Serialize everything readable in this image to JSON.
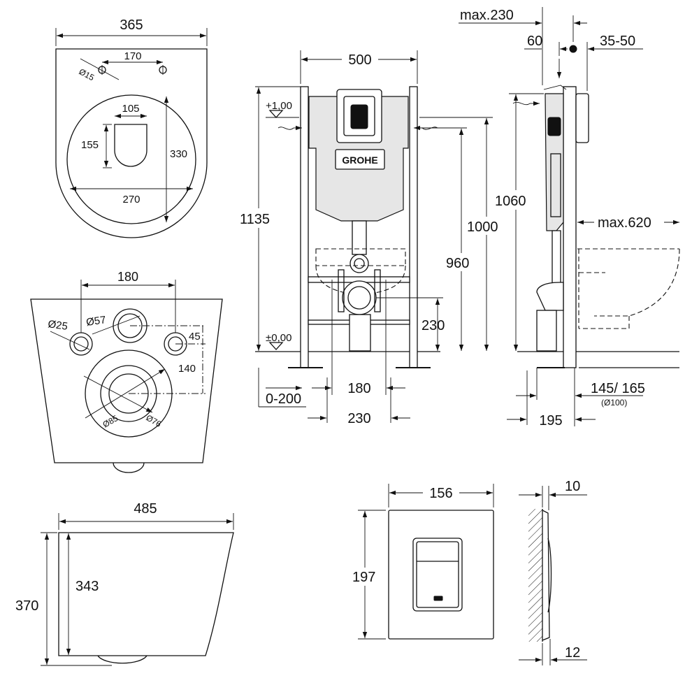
{
  "bowl_top_view": {
    "width": "365",
    "hole_spacing": "170",
    "hole_diameter": "Ø15",
    "opening_width": "105",
    "opening_length": "155",
    "inner_length": "330",
    "inner_width": "270"
  },
  "bowl_rear_view": {
    "bolt_spacing": "180",
    "bolt_hole": "Ø25",
    "inlet": "Ø57",
    "offset_top": "45",
    "offset_outlet": "140",
    "outlet_inner": "Ø85",
    "outlet_outer": "Ø76"
  },
  "bowl_side_view": {
    "depth": "485",
    "height_total": "370",
    "height_inner": "343"
  },
  "frame_front_view": {
    "frame_width": "500",
    "height_total": "1135",
    "height_inlet": "1000",
    "height_inlet_low": "960",
    "height_outlet": "230",
    "level_top": "+1,00",
    "level_floor": "±0,00",
    "brand": "GROHE",
    "leg_adjust": "0-200",
    "bolt_spacing": "180",
    "outlet_spacing": "230"
  },
  "frame_side_view": {
    "max_front": "max.230",
    "inlet_offset": "60",
    "wall_depth": "35-50",
    "height": "1060",
    "max_projection": "max.620",
    "outlet_depth": "145/ 165",
    "outlet_diameter": "(Ø100)",
    "frame_depth": "195"
  },
  "flush_plate": {
    "width": "156",
    "height": "197",
    "thickness_top": "10",
    "thickness_bottom": "12"
  }
}
